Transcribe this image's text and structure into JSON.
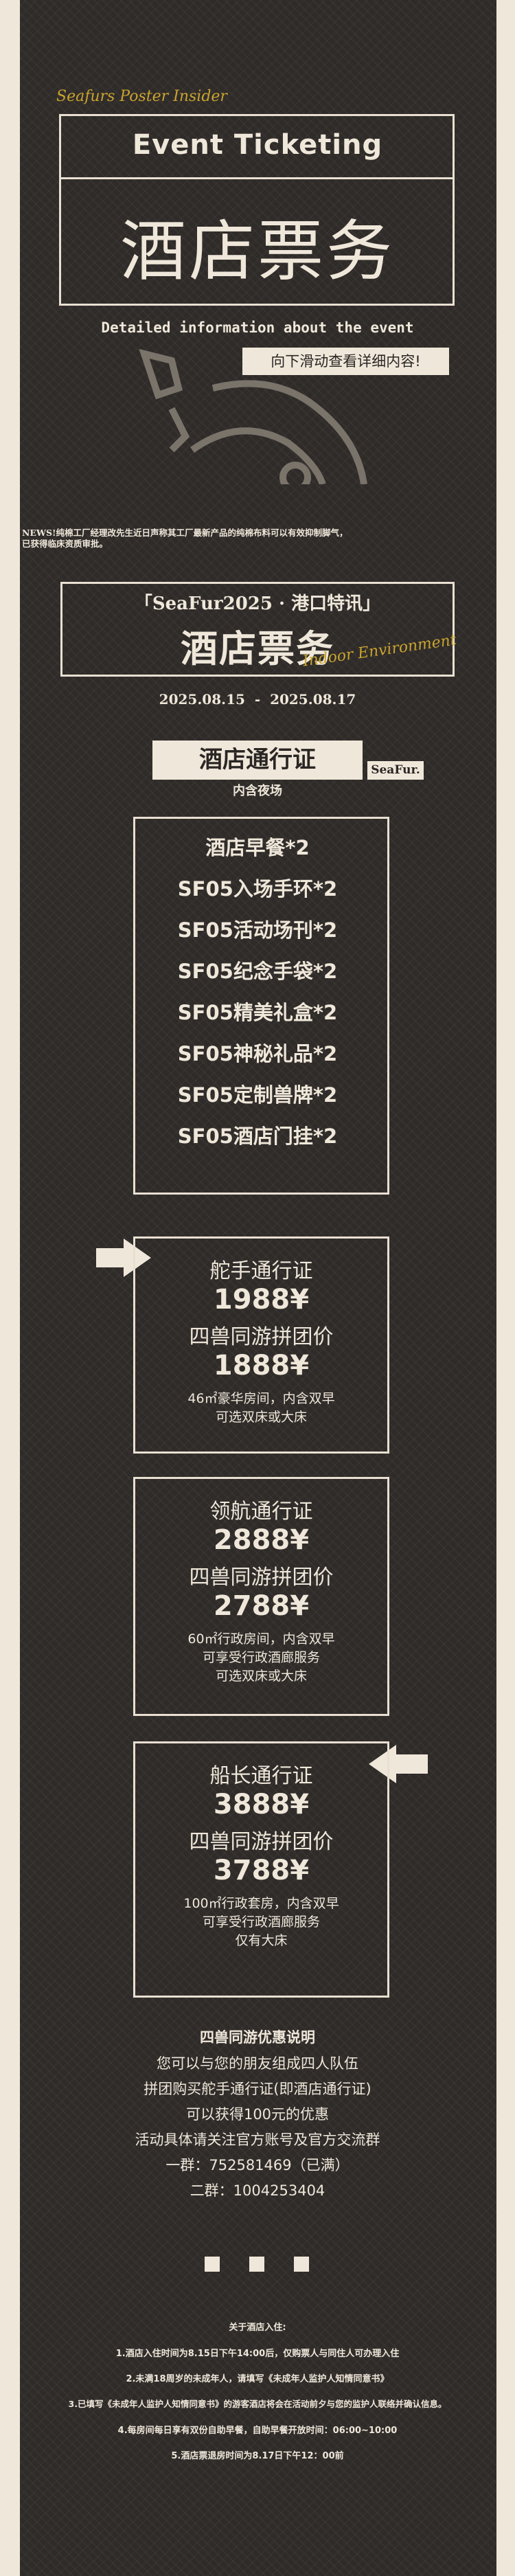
{
  "header": {
    "script_text": "Seafurs Poster Insider",
    "title_en": "Event Ticketing",
    "title_cn": "酒店票务",
    "subtitle": "Detailed information about the event",
    "scroll_hint": "向下滑动查看详细内容!"
  },
  "news": {
    "line1": "NEWS!纯棉工厂经理改先生近日声称其工厂最新产品的纯棉布料可以有效抑制脚气，",
    "line2": "已获得临床资质审批。"
  },
  "event": {
    "series": "「SeaFur2025 · 港口特讯」",
    "title": "酒店票务",
    "script_text": "Indoor Environment",
    "dates": "2025.08.15  -  2025.08.17"
  },
  "pass": {
    "label": "酒店通行证",
    "brand": "SeaFur.",
    "note": "内含夜场",
    "items": [
      "酒店早餐*2",
      "SF05入场手环*2",
      "SF05活动场刊*2",
      "SF05纪念手袋*2",
      "SF05精美礼盒*2",
      "SF05神秘礼品*2",
      "SF05定制兽牌*2",
      "SF05酒店门挂*2"
    ]
  },
  "tiers": [
    {
      "name": "舵手通行证",
      "price": "1988¥",
      "group_label": "四兽同游拼团价",
      "group_price": "1888¥",
      "desc": [
        "46㎡豪华房间，内含双早",
        "可选双床或大床"
      ]
    },
    {
      "name": "领航通行证",
      "price": "2888¥",
      "group_label": "四兽同游拼团价",
      "group_price": "2788¥",
      "desc": [
        "60㎡行政房间，内含双早",
        "可享受行政酒廊服务",
        "可选双床或大床"
      ]
    },
    {
      "name": "船长通行证",
      "price": "3888¥",
      "group_label": "四兽同游拼团价",
      "group_price": "3788¥",
      "desc": [
        "100㎡行政套房，内含双早",
        "可享受行政酒廊服务",
        "仅有大床"
      ]
    }
  ],
  "discount": {
    "title": "四兽同游优惠说明",
    "lines": [
      "您可以与您的朋友组成四人队伍",
      "拼团购买舵手通行证(即酒店通行证)",
      "可以获得100元的优惠",
      "活动具体请关注官方账号及官方交流群",
      "一群：752581469（已满）",
      "二群：1004253404"
    ]
  },
  "checkin": {
    "title": "关于酒店入住:",
    "rules": [
      "1.酒店入住时间为8.15日下午14:00后，仅购票人与同住人可办理入住",
      "2.未满18周岁的未成年人，请填写《未成年人监护人知情同意书》",
      "3.已填写《未成年人监护人知情同意书》的游客酒店将会在活动前夕与您的监护人联络并确认信息。",
      "4.每房间每日享有双份自助早餐，自助早餐开放时间：06:00~10:00",
      "5.酒店票退房时间为8.17日下午12：00前"
    ]
  },
  "colors": {
    "panel": "#2f2b29",
    "cream": "#efe7d9",
    "gold": "#c9a42e"
  }
}
